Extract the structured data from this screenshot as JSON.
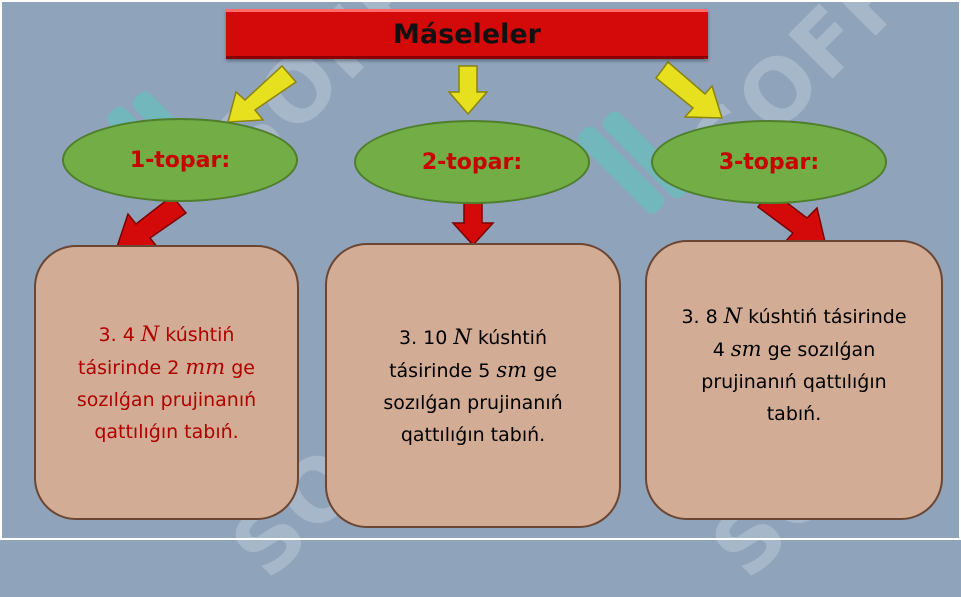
{
  "title": "Máseleler",
  "groups": [
    {
      "label": "1-topar:",
      "text_color": "#c80000"
    },
    {
      "label": "2-topar:",
      "text_color": "#c80000"
    },
    {
      "label": "3-topar:",
      "text_color": "#c80000"
    }
  ],
  "problems": [
    {
      "number": "3. 4",
      "var1": "N",
      "mid1": "kúshtiń tásirinde 2",
      "var2": "mm",
      "rest": "ge sozılǵan prujinanıń qattılıǵın tabıń.",
      "text_color": "#b00000"
    },
    {
      "number": "3. 10",
      "var1": "N",
      "mid1": "kúshtiń tásirinde 5",
      "var2": "sm",
      "rest": "ge sozılǵan prujinanıń qattılıǵın tabıń.",
      "text_color": "#000000"
    },
    {
      "number": "3. 8",
      "var1": "N",
      "mid1": "kúshtiń tásirinde 4",
      "var2": "sm",
      "rest": "ge sozılǵan prujinanıń qattılıǵın tabıń.",
      "text_color": "#000000"
    }
  ],
  "watermark": "SOFF",
  "colors": {
    "background": "#8fa3bb",
    "banner": "#d40a0a",
    "oval": "#72ad46",
    "card": "#d2ac94",
    "yellow_arrow": "#e6e01e",
    "red_arrow": "#d40a0a"
  }
}
